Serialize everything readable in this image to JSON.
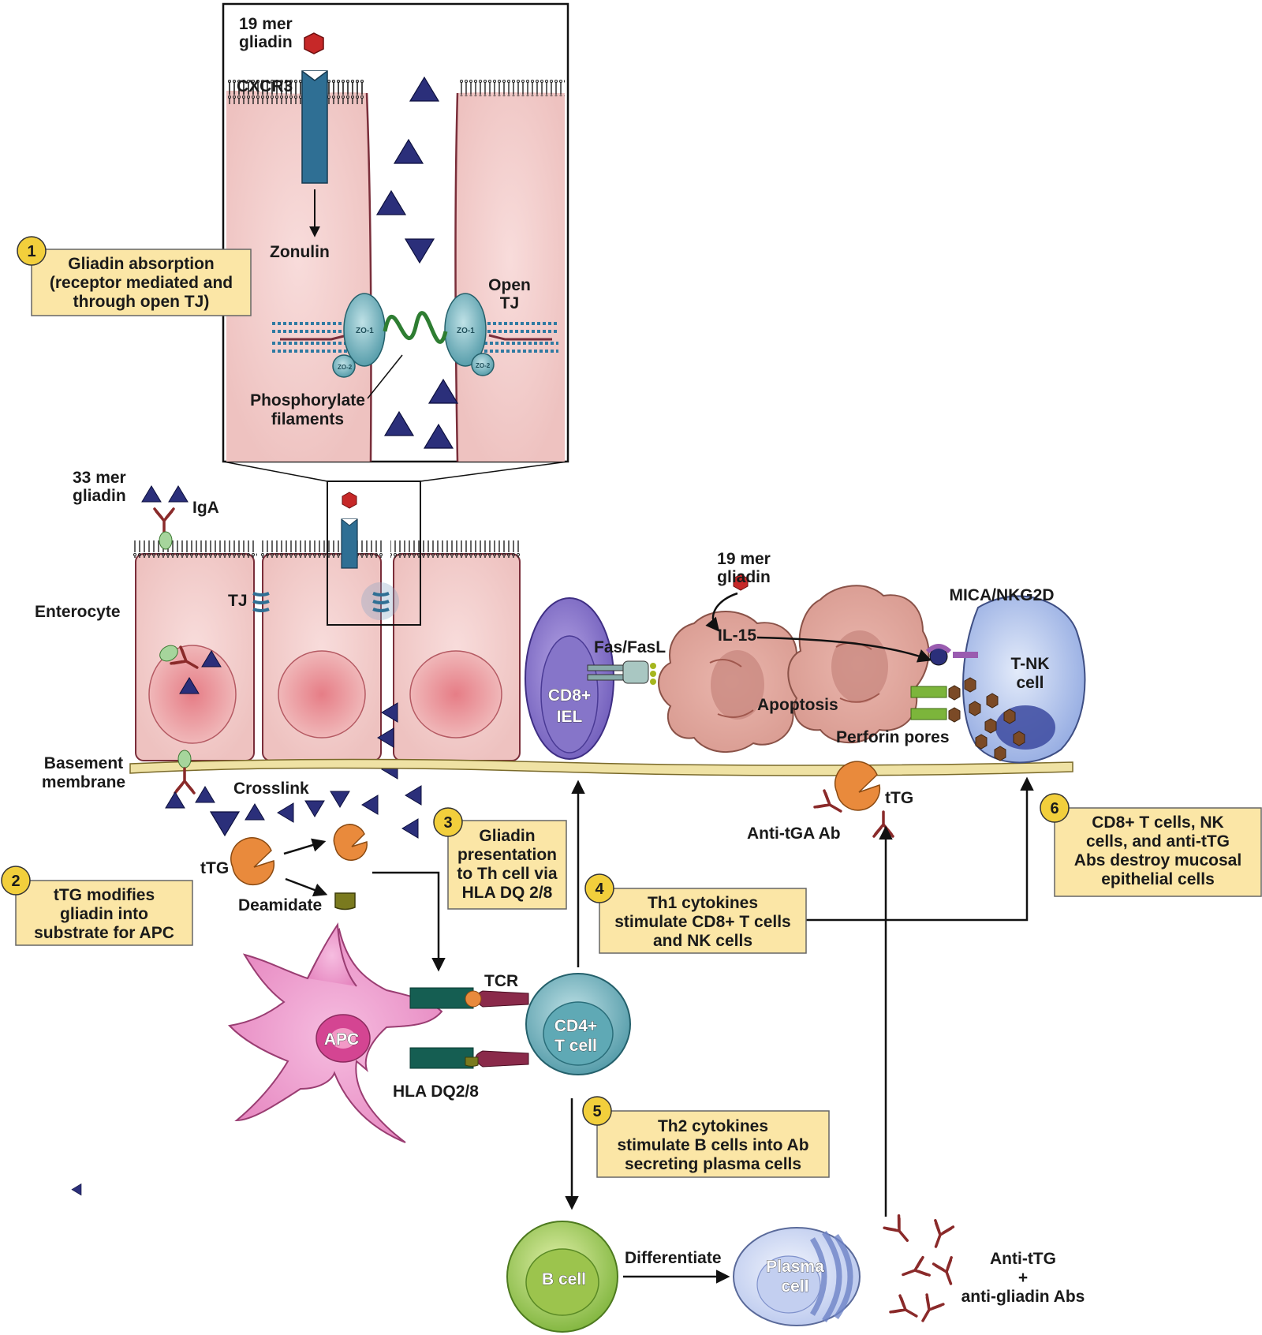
{
  "labels": {
    "mer19_top": [
      "19 mer",
      "gliadin"
    ],
    "cxcr3": "CXCR3",
    "zonulin": "Zonulin",
    "open_tj": [
      "Open",
      "TJ"
    ],
    "zo1": "ZO-1",
    "zo2": "ZO-2",
    "phosphorylate": [
      "Phosphorylate",
      "filaments"
    ],
    "mer33": [
      "33 mer",
      "gliadin"
    ],
    "iga": "IgA",
    "tj": "TJ",
    "enterocyte": "Enterocyte",
    "basement": [
      "Basement",
      "membrane"
    ],
    "crosslink": "Crosslink",
    "ttg_left": "tTG",
    "deamidate": "Deamidate",
    "mer19_mid": [
      "19 mer",
      "gliadin"
    ],
    "il15": "IL-15",
    "fas": "Fas/FasL",
    "cd8_iel": [
      "CD8+",
      "IEL"
    ],
    "apoptosis": "Apoptosis",
    "perforin": "Perforin pores",
    "mica": "MICA/NKG2D",
    "tnk": [
      "T-NK",
      "cell"
    ],
    "ttg_right": "tTG",
    "anti_tga": "Anti-tGA Ab",
    "tcr": "TCR",
    "apc": "APC",
    "cd4": [
      "CD4+",
      "T cell"
    ],
    "hla": "HLA DQ2/8",
    "bcell": "B cell",
    "differentiate": "Differentiate",
    "plasma": [
      "Plasma",
      "cell"
    ],
    "abs": [
      "Anti-tTG",
      "+",
      "anti-gliadin Abs"
    ]
  },
  "steps": [
    {
      "num": "1",
      "lines": [
        "Gliadin absorption",
        "(receptor mediated and",
        "through open TJ)"
      ]
    },
    {
      "num": "2",
      "lines": [
        "tTG modifies",
        "gliadin into",
        "substrate for APC"
      ]
    },
    {
      "num": "3",
      "lines": [
        "Gliadin",
        "presentation",
        "to Th cell via",
        "HLA DQ 2/8"
      ]
    },
    {
      "num": "4",
      "lines": [
        "Th1 cytokines",
        "stimulate CD8+ T cells",
        "and NK cells"
      ]
    },
    {
      "num": "5",
      "lines": [
        "Th2 cytokines",
        "stimulate B cells into Ab",
        "secreting plasma cells"
      ]
    },
    {
      "num": "6",
      "lines": [
        "CD8+ T cells, NK",
        "cells, and anti-tTG",
        "Abs destroy mucosal",
        "epithelial cells"
      ]
    }
  ],
  "colors": {
    "box_fill": "#fbe6a6",
    "badge_fill": "#f2cf3c",
    "triangle": "#2b2f7a",
    "cell_pink": "#f3d0cf",
    "ttg_orange": "#e98a3c",
    "antibody": "#8a2a2a",
    "receptor_blue": "#2f6f94",
    "basement_yellow": "#efe2a4"
  }
}
